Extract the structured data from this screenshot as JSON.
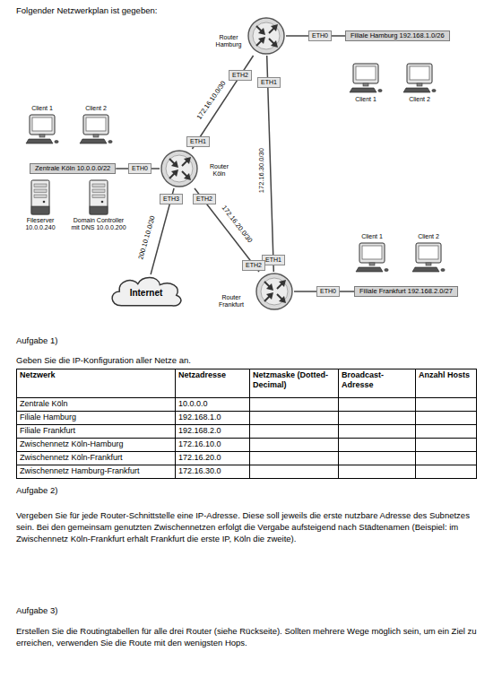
{
  "diagram": {
    "title": "Folgender Netzwerkplan ist gegeben:",
    "nodes": [
      {
        "text": [
          "Router Hamburg"
        ]
      },
      {
        "text": [
          "Filiale Hamburg 192.168.1.0/26"
        ]
      },
      {
        "text": [
          "Client 1"
        ]
      },
      {
        "text": [
          "Client 2"
        ]
      },
      {
        "text": [
          "Client 1"
        ]
      },
      {
        "text": [
          "Client 2"
        ]
      },
      {
        "text": [
          "Zentrale Köln 10.0.0.0/22"
        ]
      },
      {
        "text": [
          "Router Köln"
        ]
      },
      {
        "text": [
          "Fileserver 10.0.0.240"
        ]
      },
      {
        "text": [
          "Domain Controller mit DNS 10.0.0.200"
        ]
      },
      {
        "text": [
          "Client 1"
        ]
      },
      {
        "text": [
          "Client 2"
        ]
      },
      {
        "text": [
          "Internet"
        ]
      },
      {
        "text": [
          "Router Frankfurt"
        ]
      },
      {
        "text": [
          "Filiale Frankfurt 192.168.2.0/27"
        ]
      }
    ],
    "edges": [
      {
        "from": 0,
        "to": 1,
        "arrow": "none"
      },
      {
        "from": 7,
        "to": 0,
        "label": "172.16.10.0/30",
        "arrow": "none"
      },
      {
        "from": 0,
        "to": 13,
        "label": "172.16.30.0/30",
        "arrow": "none"
      },
      {
        "from": 6,
        "to": 7,
        "arrow": "none"
      },
      {
        "from": 7,
        "to": 12,
        "label": "200.10.10.0/30",
        "arrow": "none"
      },
      {
        "from": 7,
        "to": 13,
        "label": "172.16.20.0/30",
        "arrow": "none"
      },
      {
        "from": 13,
        "to": 14,
        "arrow": "none"
      }
    ],
    "labels": [
      "ETH0",
      "ETH2",
      "ETH1",
      "ETH1",
      "ETH0",
      "ETH3",
      "ETH2",
      "ETH1",
      "ETH2",
      "ETH0",
      "Aufgabe 1)",
      "Geben Sie die IP-Konfiguration aller Netze an.",
      "Netzwerk",
      "Netzadresse",
      "Netzmaske (Dotted-Decimal)",
      "Broadcast- Adresse",
      "Anzahl Hosts",
      "Zentrale Köln",
      "10.0.0.0",
      "Filiale Hamburg",
      "192.168.1.0",
      "Filiale Frankfurt",
      "192.168.2.0",
      "Zwischennetz Köln-Hamburg",
      "172.16.10.0",
      "Zwischennetz Köln-Frankfurt",
      "172.16.20.0",
      "Zwischennetz Hamburg-Frankfurt",
      "172.16.30.0",
      "Aufgabe 2)",
      "Vergeben Sie für jede Router-Schnittstelle eine IP-Adresse. Diese soll jeweils die erste nutzbare Adresse des Subnetzes sein. Bei den gemeinsam genutzten Zwischennetzen erfolgt die Vergabe aufsteigend nach Städtenamen (Beispiel: im Zwischennetz Köln-Frankfurt erhält Frankfurt die erste IP, Köln die zweite).",
      "Aufgabe 3)",
      "Erstellen Sie die Routingtabellen für alle drei Router (siehe Rückseite). Sollten mehrere Wege möglich sein, um ein Ziel zu erreichen, verwenden Sie die Route mit den wenigsten Hops."
    ]
  }
}
